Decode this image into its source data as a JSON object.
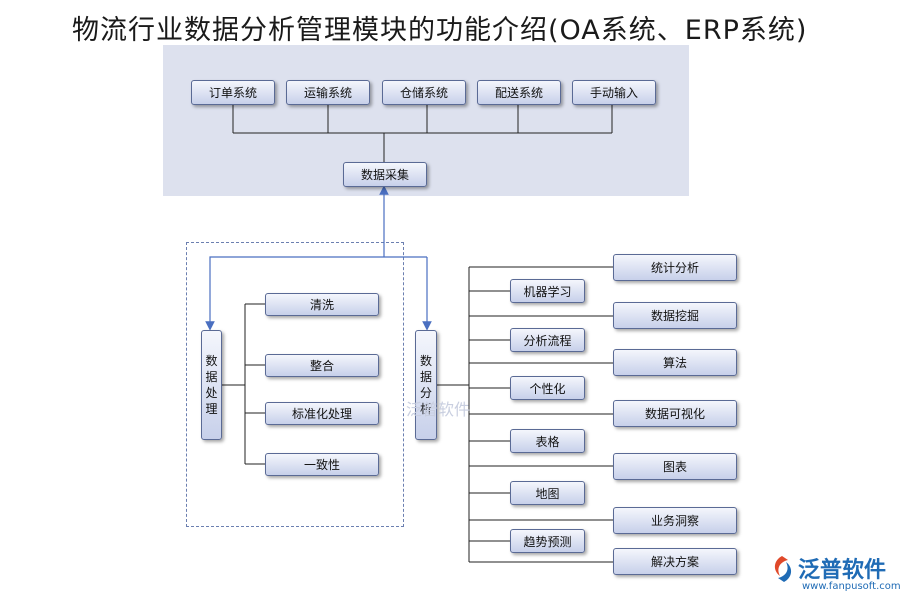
{
  "title": "物流行业数据分析管理模块的功能介绍(OA系统、ERP系统)",
  "sources": [
    "订单系统",
    "运输系统",
    "仓储系统",
    "配送系统",
    "手动输入"
  ],
  "collect": "数据采集",
  "processing": {
    "label": [
      "数",
      "据",
      "处",
      "理"
    ],
    "items": [
      "清洗",
      "整合",
      "标准化处理",
      "一致性"
    ]
  },
  "analysis": {
    "label": [
      "数",
      "据",
      "分",
      "析"
    ],
    "left_items": [
      "机器学习",
      "分析流程",
      "个性化",
      "表格",
      "地图",
      "趋势预测"
    ],
    "right_items": [
      "统计分析",
      "数据挖掘",
      "算法",
      "数据可视化",
      "图表",
      "业务洞察",
      "解决方案"
    ]
  },
  "watermark": "泛普软件",
  "logo": {
    "name": "泛普软件",
    "url": "www.fanpusoft.com"
  }
}
